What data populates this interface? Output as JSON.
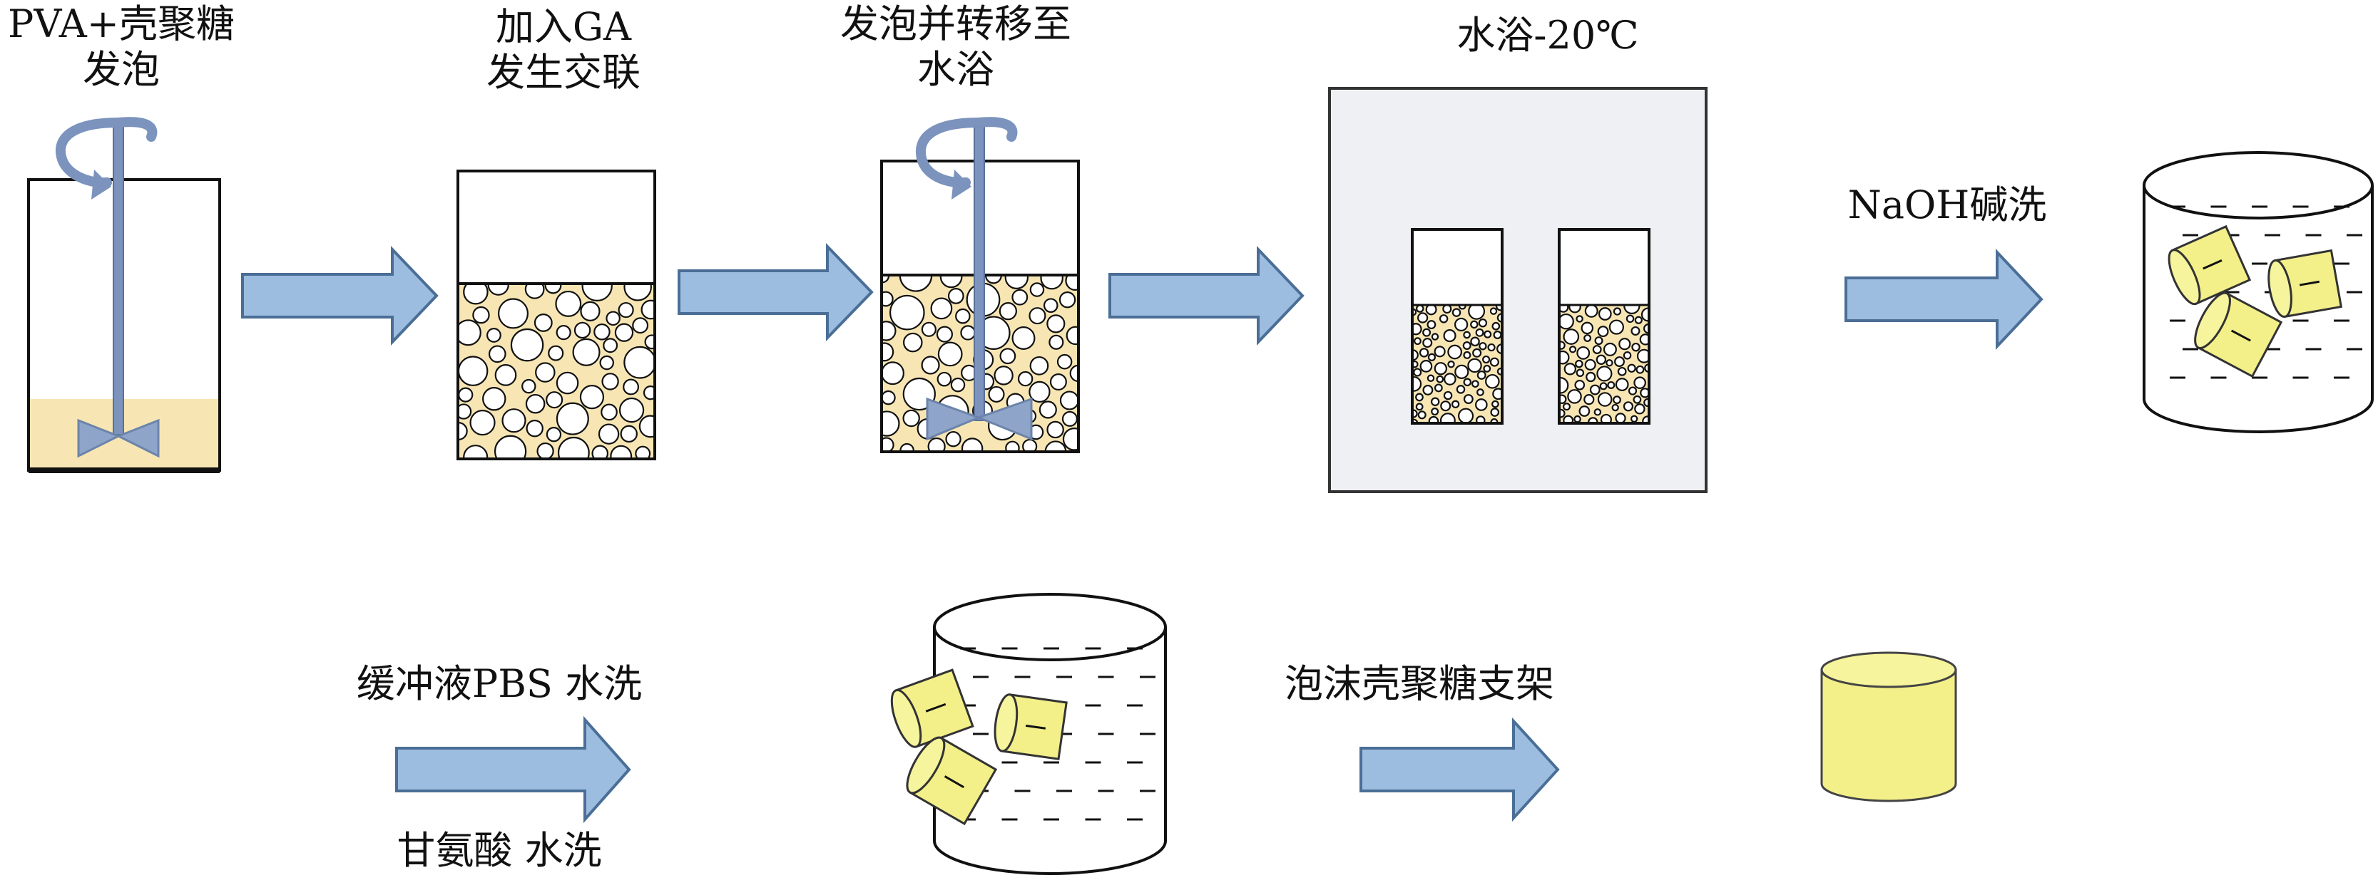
{
  "steps": [
    {
      "line1": "PVA+壳聚糖",
      "line2": "发泡"
    },
    {
      "line1": "加入GA",
      "line2": "发生交联"
    },
    {
      "line1": "发泡并转移至",
      "line2": "水浴"
    },
    {
      "line1": "水浴-20℃"
    },
    {
      "line1": "NaOH碱洗"
    }
  ],
  "bottom": {
    "buffer_wash": "缓冲液PBS 水洗",
    "glycine_wash": "甘氨酸 水洗",
    "scaffold": "泡沫壳聚糖支架"
  },
  "colors": {
    "arrow_fill": "#9dbde0",
    "arrow_stroke": "#4a6e96",
    "liquid": "#f7e6b4",
    "sponge": "#f3f08a",
    "stirrer": "#7b93bd",
    "bath_panel": "#eef0f3"
  }
}
